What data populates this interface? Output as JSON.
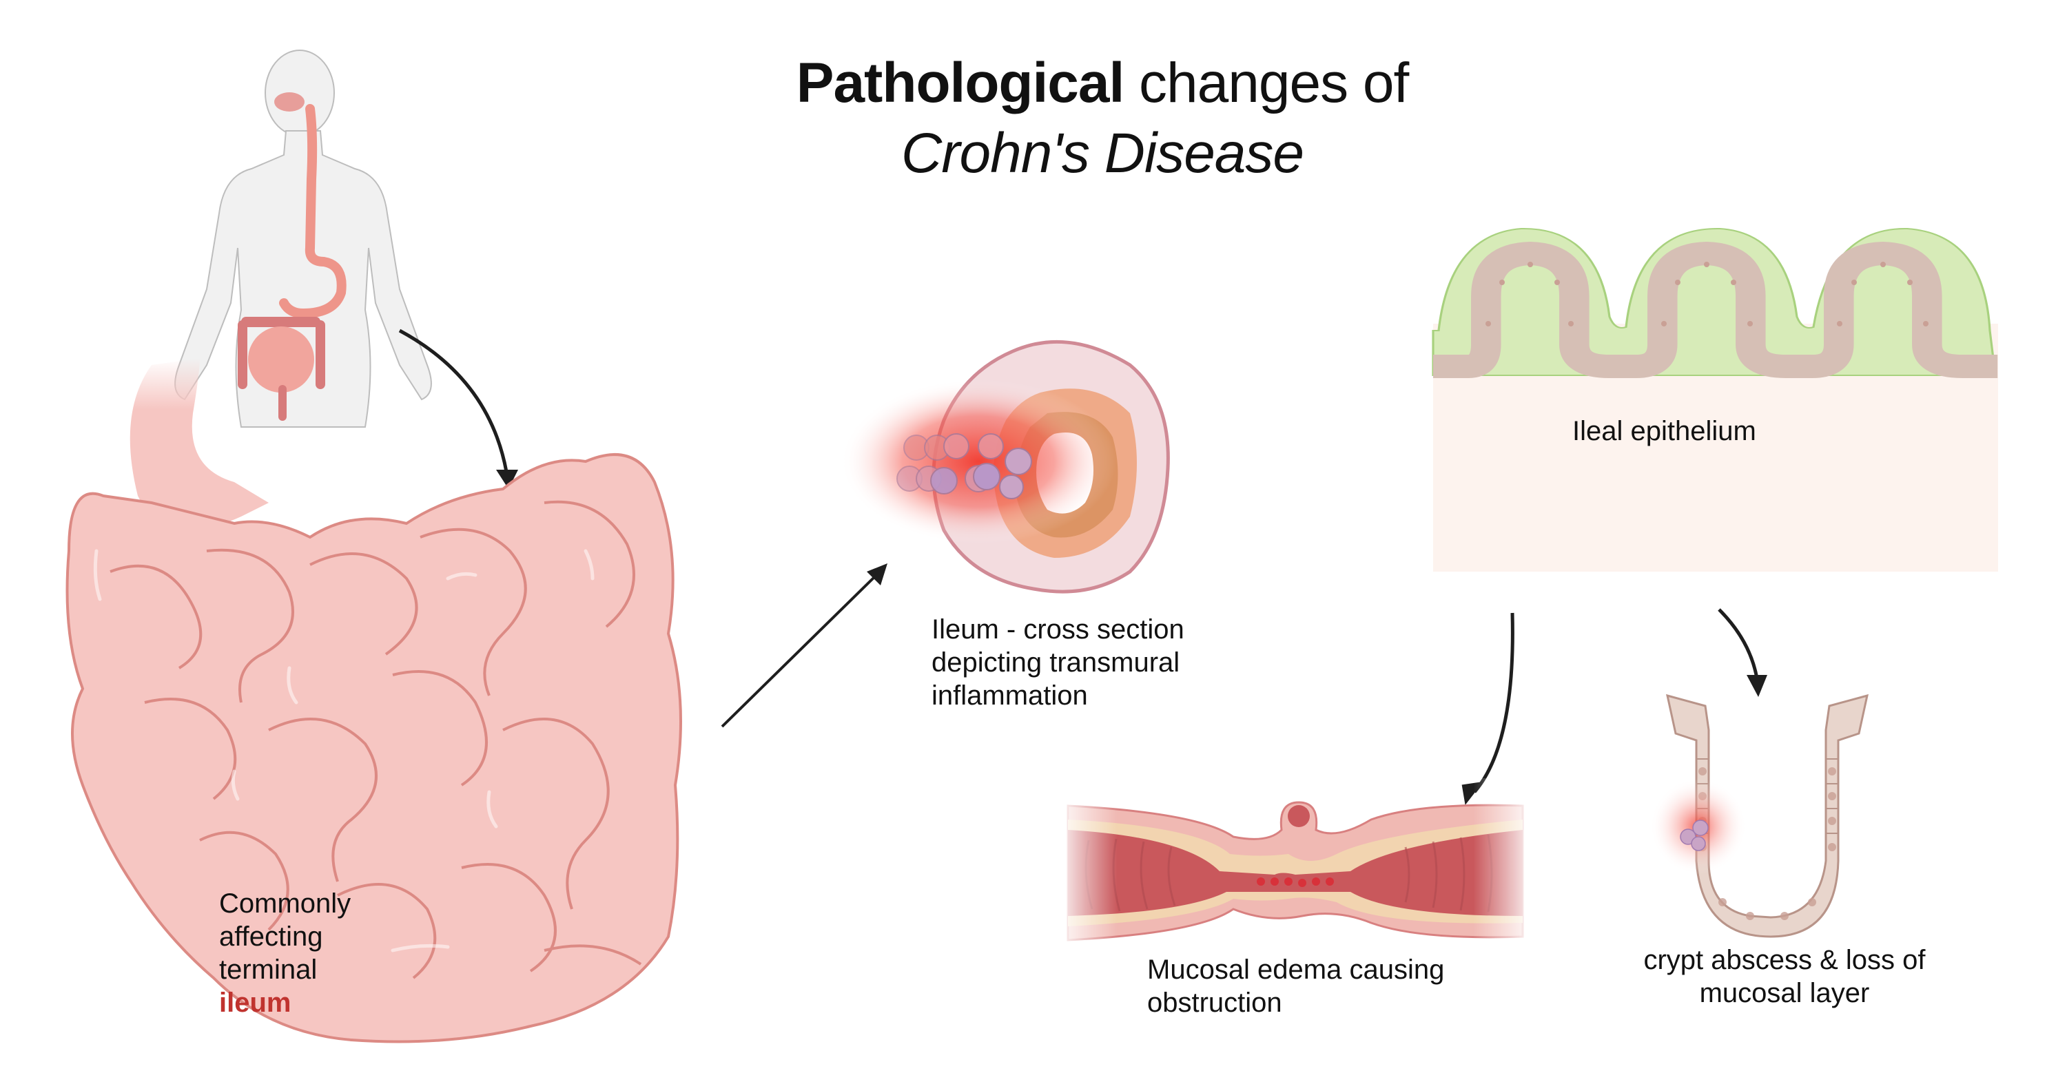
{
  "title": {
    "bold_part": "Pathological",
    "normal_part": " changes of",
    "italic_line": "Crohn's Disease"
  },
  "panels": {
    "small_intestine": {
      "label_lines": [
        "Commonly",
        "affecting",
        "terminal"
      ],
      "highlight_word": "ileum",
      "highlight_color": "#c0332f"
    },
    "cross_section": {
      "label_lines": [
        "Ileum - cross section",
        "depicting transmural",
        "inflammation"
      ]
    },
    "ileal_epithelium": {
      "label": "Ileal epithelium",
      "background_color": "#fdf3ee",
      "mucus_color": "#d7ebb8"
    },
    "obstruction": {
      "label_lines": [
        "Mucosal edema causing",
        "obstruction"
      ]
    },
    "crypt": {
      "label_lines": [
        "crypt abscess & loss of",
        "mucosal layer"
      ]
    }
  },
  "colors": {
    "intestine_fill": "#f6c6c2",
    "intestine_stroke": "#dc8a84",
    "inflammation": "#f23a2e",
    "arrow": "#1e1e1e",
    "body_fill": "#efefef",
    "cell_fill": "#e8d5cc",
    "nucleus": "#c9a095"
  }
}
